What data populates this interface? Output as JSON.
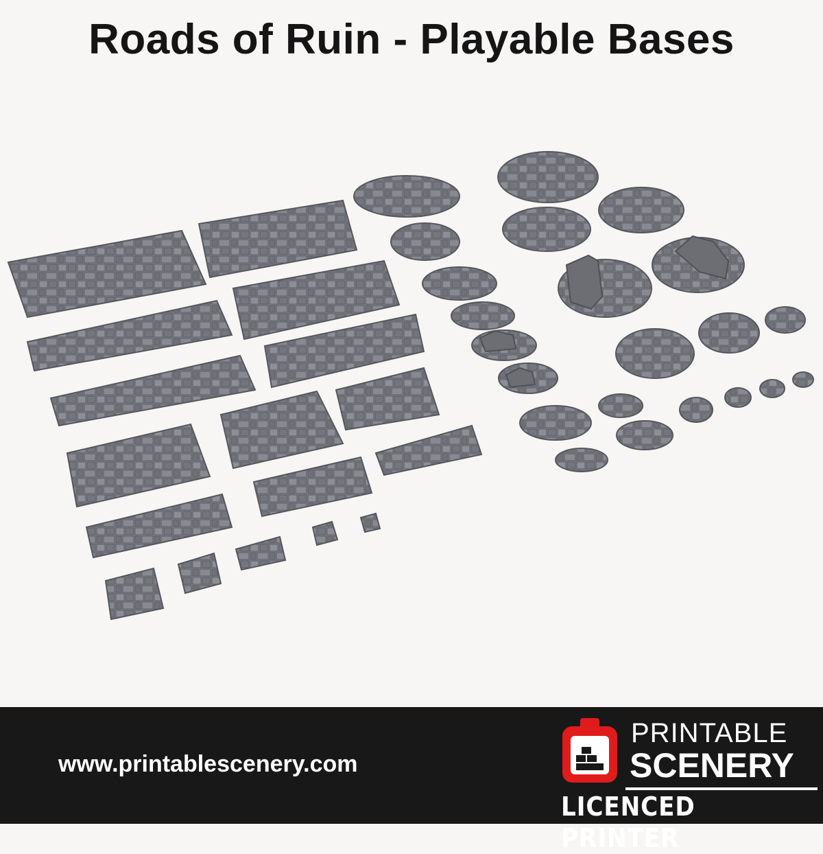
{
  "title": "Roads of Ruin - Playable Bases",
  "footer": {
    "url": "www.printablescenery.com",
    "brand_line1": "PRINTABLE",
    "brand_line2": "SCENERY",
    "badge": "LICENCED PRINTER",
    "logo_icon": "printer-logo-icon",
    "colors": {
      "background": "#181818",
      "text": "#ffffff",
      "logo_red": "#e01b1b"
    }
  },
  "scene": {
    "colors": {
      "stone": "#7c7e85",
      "stone_dark": "#5c5e64",
      "background": "#f8f5f5"
    }
  }
}
